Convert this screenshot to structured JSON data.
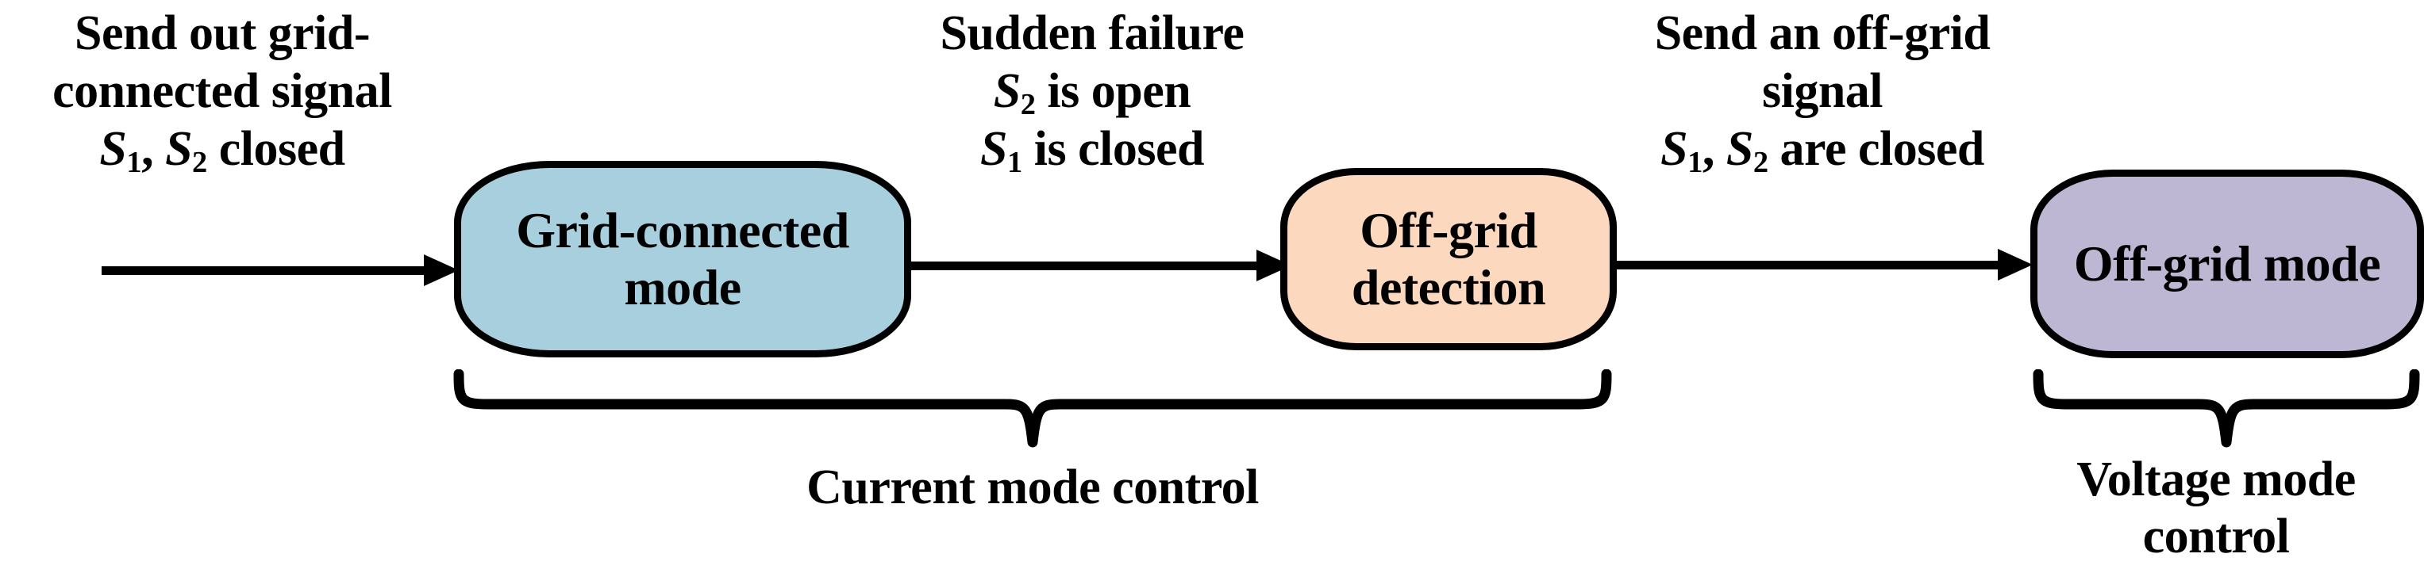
{
  "diagram": {
    "title": "Grid-connected to off-grid mode transition flowchart",
    "colors": {
      "grid_connected_fill": "#a8cfdd",
      "off_grid_detection_fill": "#fcd8be",
      "off_grid_mode_fill": "#bdb7d4",
      "stroke": "#000000",
      "background": "#ffffff"
    },
    "states": [
      {
        "id": "grid-connected-mode",
        "label_line1": "Grid-connected",
        "label_line2": "mode",
        "fill": "#a8cfdd"
      },
      {
        "id": "off-grid-detection",
        "label_line1": "Off-grid",
        "label_line2": "detection",
        "fill": "#fcd8be"
      },
      {
        "id": "off-grid-mode",
        "label_line1": "Off-grid mode",
        "label_line2": "",
        "fill": "#bdb7d4"
      }
    ],
    "transitions": [
      {
        "id": "entry-to-grid-connected",
        "label_line1": "Send out grid-",
        "label_line2": "connected signal",
        "label_line3_symbol1": "S",
        "label_line3_sub1": "1",
        "label_line3_mid": ", ",
        "label_line3_symbol2": "S",
        "label_line3_sub2": "2",
        "label_line3_tail": " closed"
      },
      {
        "id": "grid-connected-to-detection",
        "label_line1": "Sudden failure",
        "label_line2_symbol": "S",
        "label_line2_sub": "2",
        "label_line2_tail": " is open",
        "label_line3_symbol": "S",
        "label_line3_sub": "1",
        "label_line3_tail": " is closed"
      },
      {
        "id": "detection-to-off-grid-mode",
        "label_line1": "Send an off-grid",
        "label_line2": "signal",
        "label_line3_symbol1": "S",
        "label_line3_sub1": "1",
        "label_line3_mid": ", ",
        "label_line3_symbol2": "S",
        "label_line3_sub2": "2",
        "label_line3_tail": " are closed"
      }
    ],
    "groups": [
      {
        "id": "current-mode-control",
        "label_line1": "Current mode control",
        "label_line2": ""
      },
      {
        "id": "voltage-mode-control",
        "label_line1": "Voltage mode",
        "label_line2": "control"
      }
    ]
  }
}
